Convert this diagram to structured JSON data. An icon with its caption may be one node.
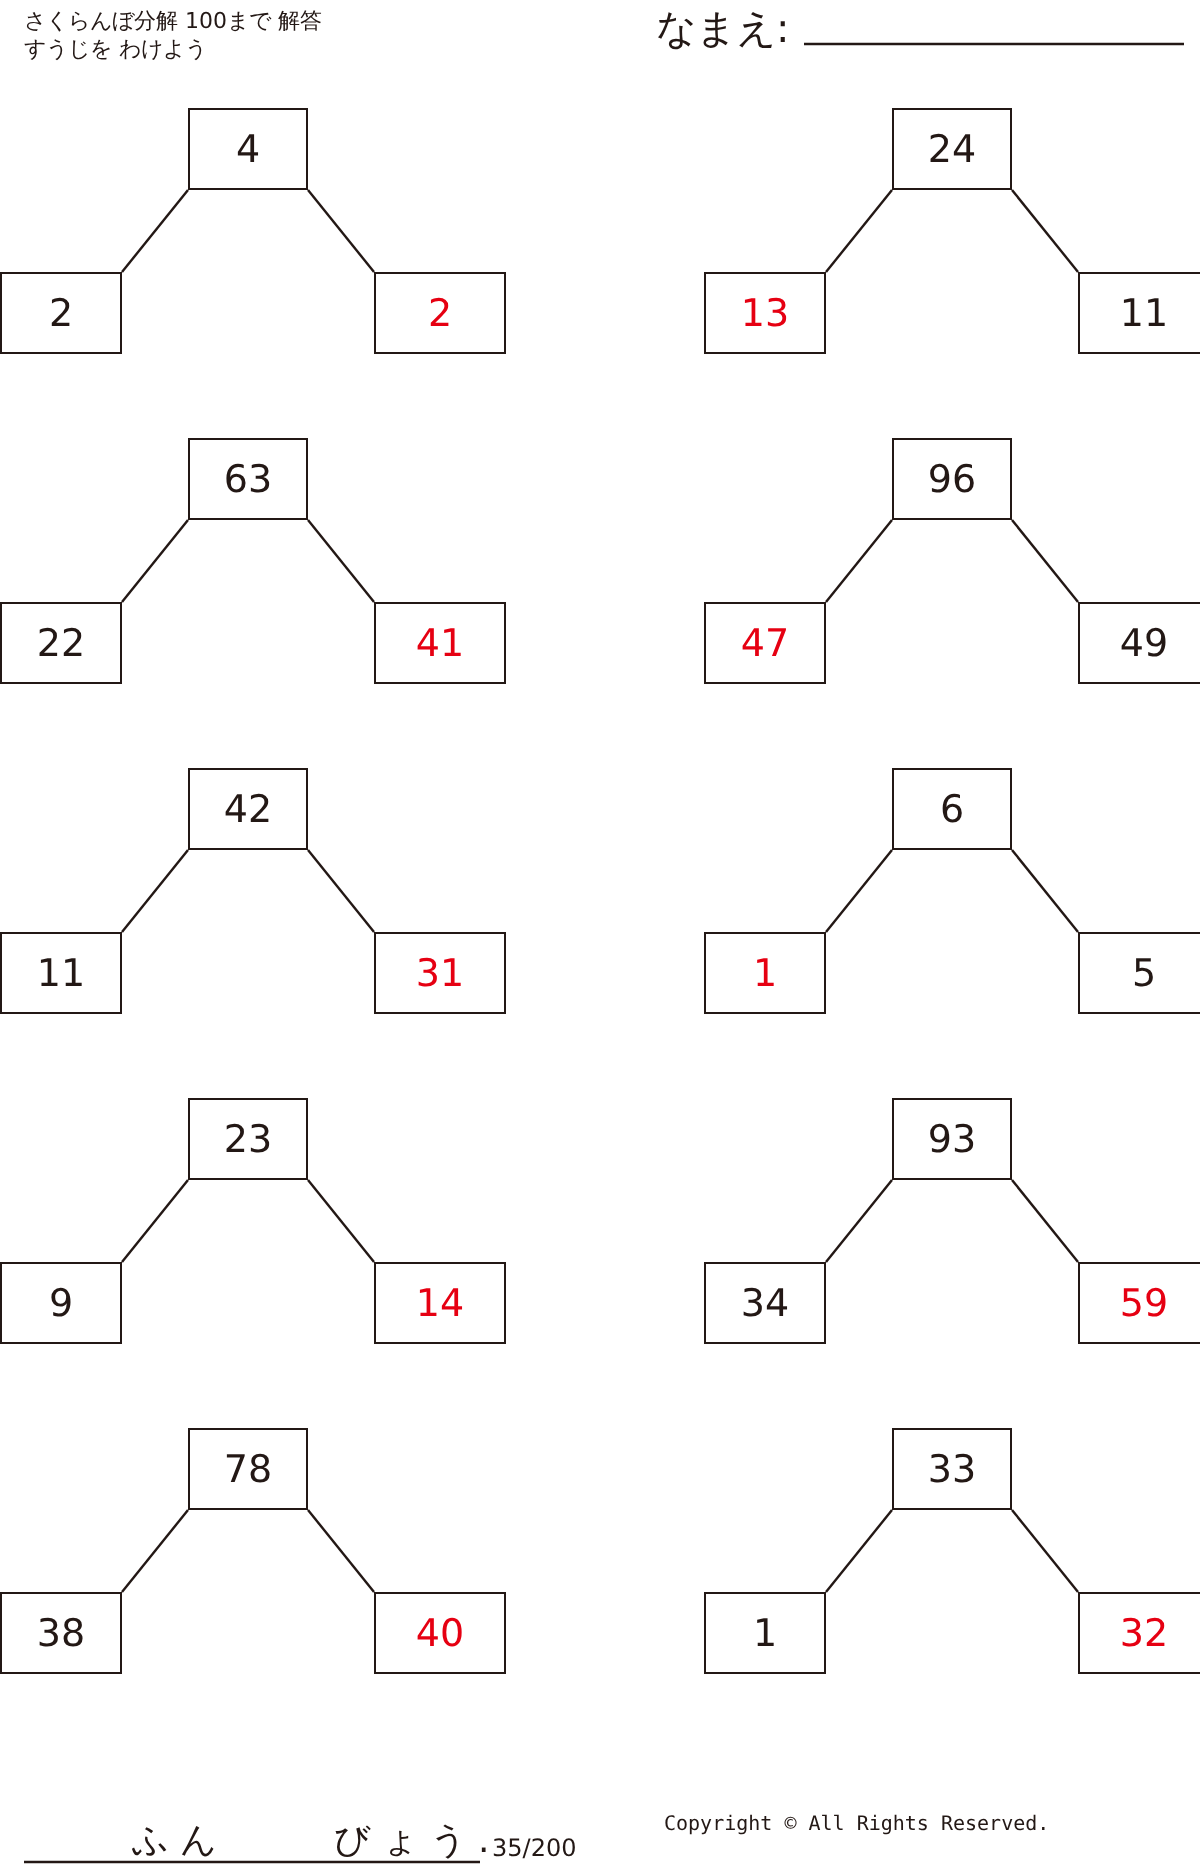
{
  "diagram": {
    "nodes": [
      {
        "text": [
          "4"
        ]
      },
      {
        "text": [
          "2"
        ]
      },
      {
        "text": [
          "2"
        ]
      },
      {
        "text": [
          "24"
        ]
      },
      {
        "text": [
          "13"
        ]
      },
      {
        "text": [
          "11"
        ]
      },
      {
        "text": [
          "63"
        ]
      },
      {
        "text": [
          "22"
        ]
      },
      {
        "text": [
          "41"
        ]
      },
      {
        "text": [
          "96"
        ]
      },
      {
        "text": [
          "47"
        ]
      },
      {
        "text": [
          "49"
        ]
      },
      {
        "text": [
          "42"
        ]
      },
      {
        "text": [
          "11"
        ]
      },
      {
        "text": [
          "31"
        ]
      },
      {
        "text": [
          "6"
        ]
      },
      {
        "text": [
          "1"
        ]
      },
      {
        "text": [
          "5"
        ]
      },
      {
        "text": [
          "23"
        ]
      },
      {
        "text": [
          "9"
        ]
      },
      {
        "text": [
          "14"
        ]
      },
      {
        "text": [
          "93"
        ]
      },
      {
        "text": [
          "34"
        ]
      },
      {
        "text": [
          "59"
        ]
      },
      {
        "text": [
          "78"
        ]
      },
      {
        "text": [
          "38"
        ]
      },
      {
        "text": [
          "40"
        ]
      },
      {
        "text": [
          "33"
        ]
      },
      {
        "text": [
          "1"
        ]
      },
      {
        "text": [
          "32"
        ]
      }
    ],
    "edges": [
      {
        "from": 0,
        "to": 1,
        "arrow": "none"
      },
      {
        "from": 0,
        "to": 2,
        "arrow": "none"
      },
      {
        "from": 3,
        "to": 4,
        "arrow": "none"
      },
      {
        "from": 3,
        "to": 5,
        "arrow": "none"
      },
      {
        "from": 6,
        "to": 7,
        "arrow": "none"
      },
      {
        "from": 6,
        "to": 8,
        "arrow": "none"
      },
      {
        "from": 9,
        "to": 10,
        "arrow": "none"
      },
      {
        "from": 9,
        "to": 11,
        "arrow": "none"
      },
      {
        "from": 12,
        "to": 13,
        "arrow": "none"
      },
      {
        "from": 12,
        "to": 14,
        "arrow": "none"
      },
      {
        "from": 15,
        "to": 16,
        "arrow": "none"
      },
      {
        "from": 15,
        "to": 17,
        "arrow": "none"
      },
      {
        "from": 18,
        "to": 19,
        "arrow": "none"
      },
      {
        "from": 18,
        "to": 20,
        "arrow": "none"
      },
      {
        "from": 21,
        "to": 22,
        "arrow": "none"
      },
      {
        "from": 21,
        "to": 23,
        "arrow": "none"
      },
      {
        "from": 24,
        "to": 25,
        "arrow": "none"
      },
      {
        "from": 24,
        "to": 26,
        "arrow": "none"
      },
      {
        "from": 27,
        "to": 28,
        "arrow": "none"
      },
      {
        "from": 27,
        "to": 29,
        "arrow": "none"
      }
    ],
    "labels": [
      "さくらんぼ分解 100まで 解答",
      "すうじを わけよう",
      "なまえ:",
      "ふん",
      "びょう.",
      "35/200",
      "Copyright © All Rights Reserved."
    ]
  }
}
